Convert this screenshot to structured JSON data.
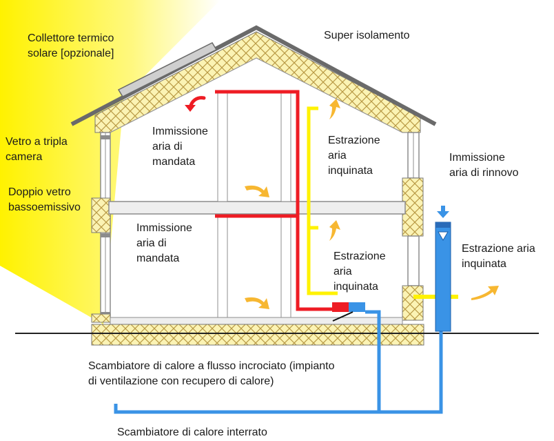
{
  "labels": {
    "solar_collector": "Collettore termico\nsolare [opzionale]",
    "super_insulation": "Super isolamento",
    "triple_glazing": "Vetro a tripla\ncamera",
    "double_glazing": "Doppio vetro\nbassoemissivo",
    "supply_air_upper": "Immissione\naria di\nmandata",
    "supply_air_lower": "Immissione\naria di\nmandata",
    "exhaust_air_upper": "Estrazione\naria\ninquinata",
    "exhaust_air_lower": "Estrazione\naria\ninquinata",
    "fresh_air_intake": "Immissione\naria di rinnovo",
    "exhaust_air_outside": "Estrazione aria\ninquinata",
    "heat_exchanger": "Scambiatore di calore a flusso incrociato (impianto\ndi ventilazione con recupero di calore)",
    "ground_exchanger": "Scambiatore di calore interrato"
  },
  "colors": {
    "sun": "#fff200",
    "insulation": "#fbf3b4",
    "insulation_pattern": "#b99a45",
    "roof": "#6a6a6a",
    "supply_duct": "#ee1c24",
    "exhaust_duct": "#fff200",
    "fresh_air": "#3a93e6",
    "arrow_warm": "#f7b731",
    "wall": "#8c8c8c",
    "slab": "#eeeeee"
  }
}
